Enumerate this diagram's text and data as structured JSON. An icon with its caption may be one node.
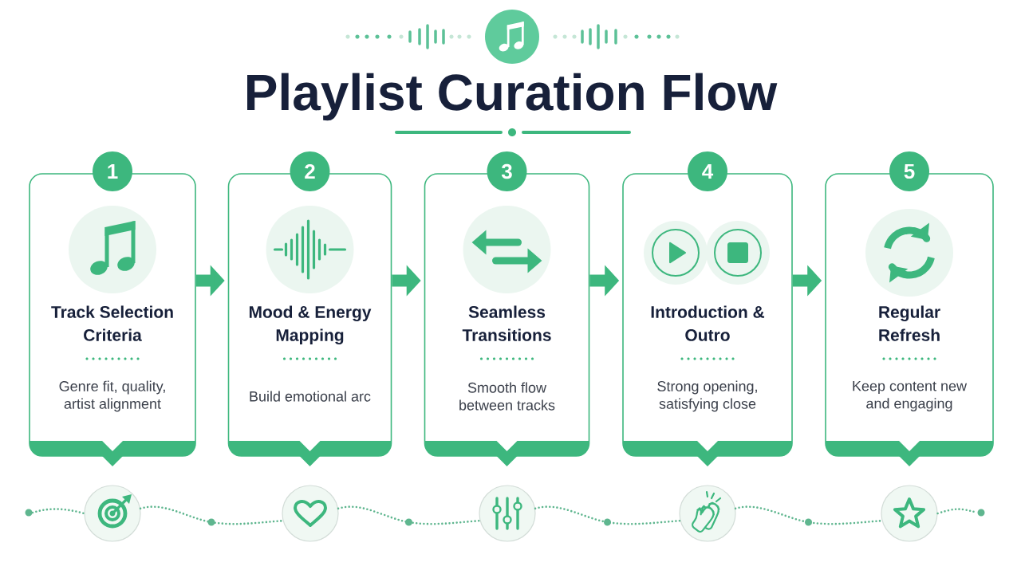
{
  "diagram": {
    "title": "Playlist Curation Flow",
    "nodes": [
      {
        "text": [
          "1",
          "Track Selection Criteria",
          "Genre fit, quality, artist alignment"
        ]
      },
      {
        "text": [
          "2",
          "Mood & Energy Mapping",
          "Build emotional arc"
        ]
      },
      {
        "text": [
          "3",
          "Seamless Transitions",
          "Smooth flow between tracks"
        ]
      },
      {
        "text": [
          "4",
          "Introduction & Outro",
          "Strong opening, satisfying close"
        ]
      },
      {
        "text": [
          "5",
          "Regular Refresh",
          "Keep content new and engaging"
        ]
      },
      {
        "text": [],
        "shape": "circle"
      },
      {
        "text": [],
        "shape": "circle"
      },
      {
        "text": [],
        "shape": "circle"
      },
      {
        "text": [],
        "shape": "circle"
      },
      {
        "text": [],
        "shape": "circle"
      },
      {
        "text": [],
        "shape": "circle"
      },
      {
        "text": [],
        "shape": "circle"
      }
    ],
    "edges": [
      {
        "from": 0,
        "to": 1,
        "arrow": "to",
        "style": "thick"
      },
      {
        "from": 1,
        "to": 2,
        "arrow": "to",
        "style": "thick"
      },
      {
        "from": 2,
        "to": 3,
        "arrow": "to",
        "style": "thick"
      },
      {
        "from": 3,
        "to": 4,
        "arrow": "to",
        "style": "thick"
      },
      {
        "from": 5,
        "to": 6,
        "arrow": "none",
        "style": "dashed"
      },
      {
        "from": 6,
        "to": 7,
        "arrow": "none",
        "style": "dashed"
      },
      {
        "from": 7,
        "to": 8,
        "arrow": "none",
        "style": "dashed"
      },
      {
        "from": 8,
        "to": 9,
        "arrow": "none",
        "style": "dashed"
      },
      {
        "from": 9,
        "to": 10,
        "arrow": "none",
        "style": "dashed"
      },
      {
        "from": 10,
        "to": 11,
        "arrow": "none",
        "style": "dashed"
      }
    ]
  }
}
